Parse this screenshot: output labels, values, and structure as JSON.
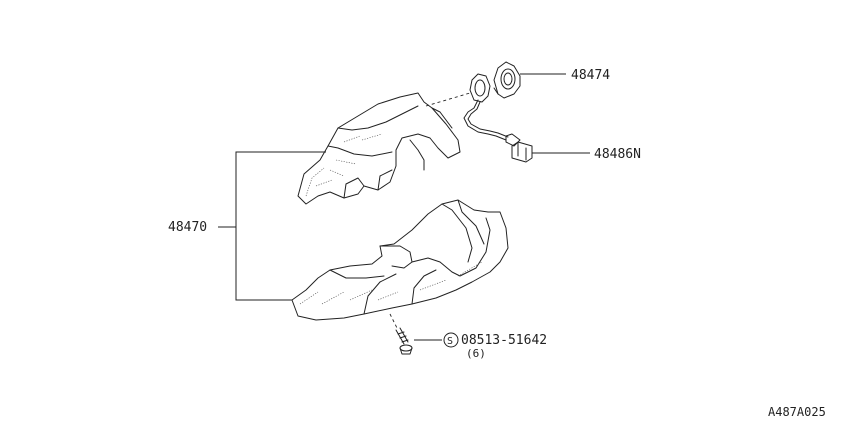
{
  "parts": {
    "lock_ring": "48474",
    "illumination_harness": "48486N",
    "column_cover_set": "48470",
    "screw_code": "08513-51642",
    "screw_qty": "(6)",
    "screw_symbol": "S"
  },
  "diagram_code": "A487A025"
}
